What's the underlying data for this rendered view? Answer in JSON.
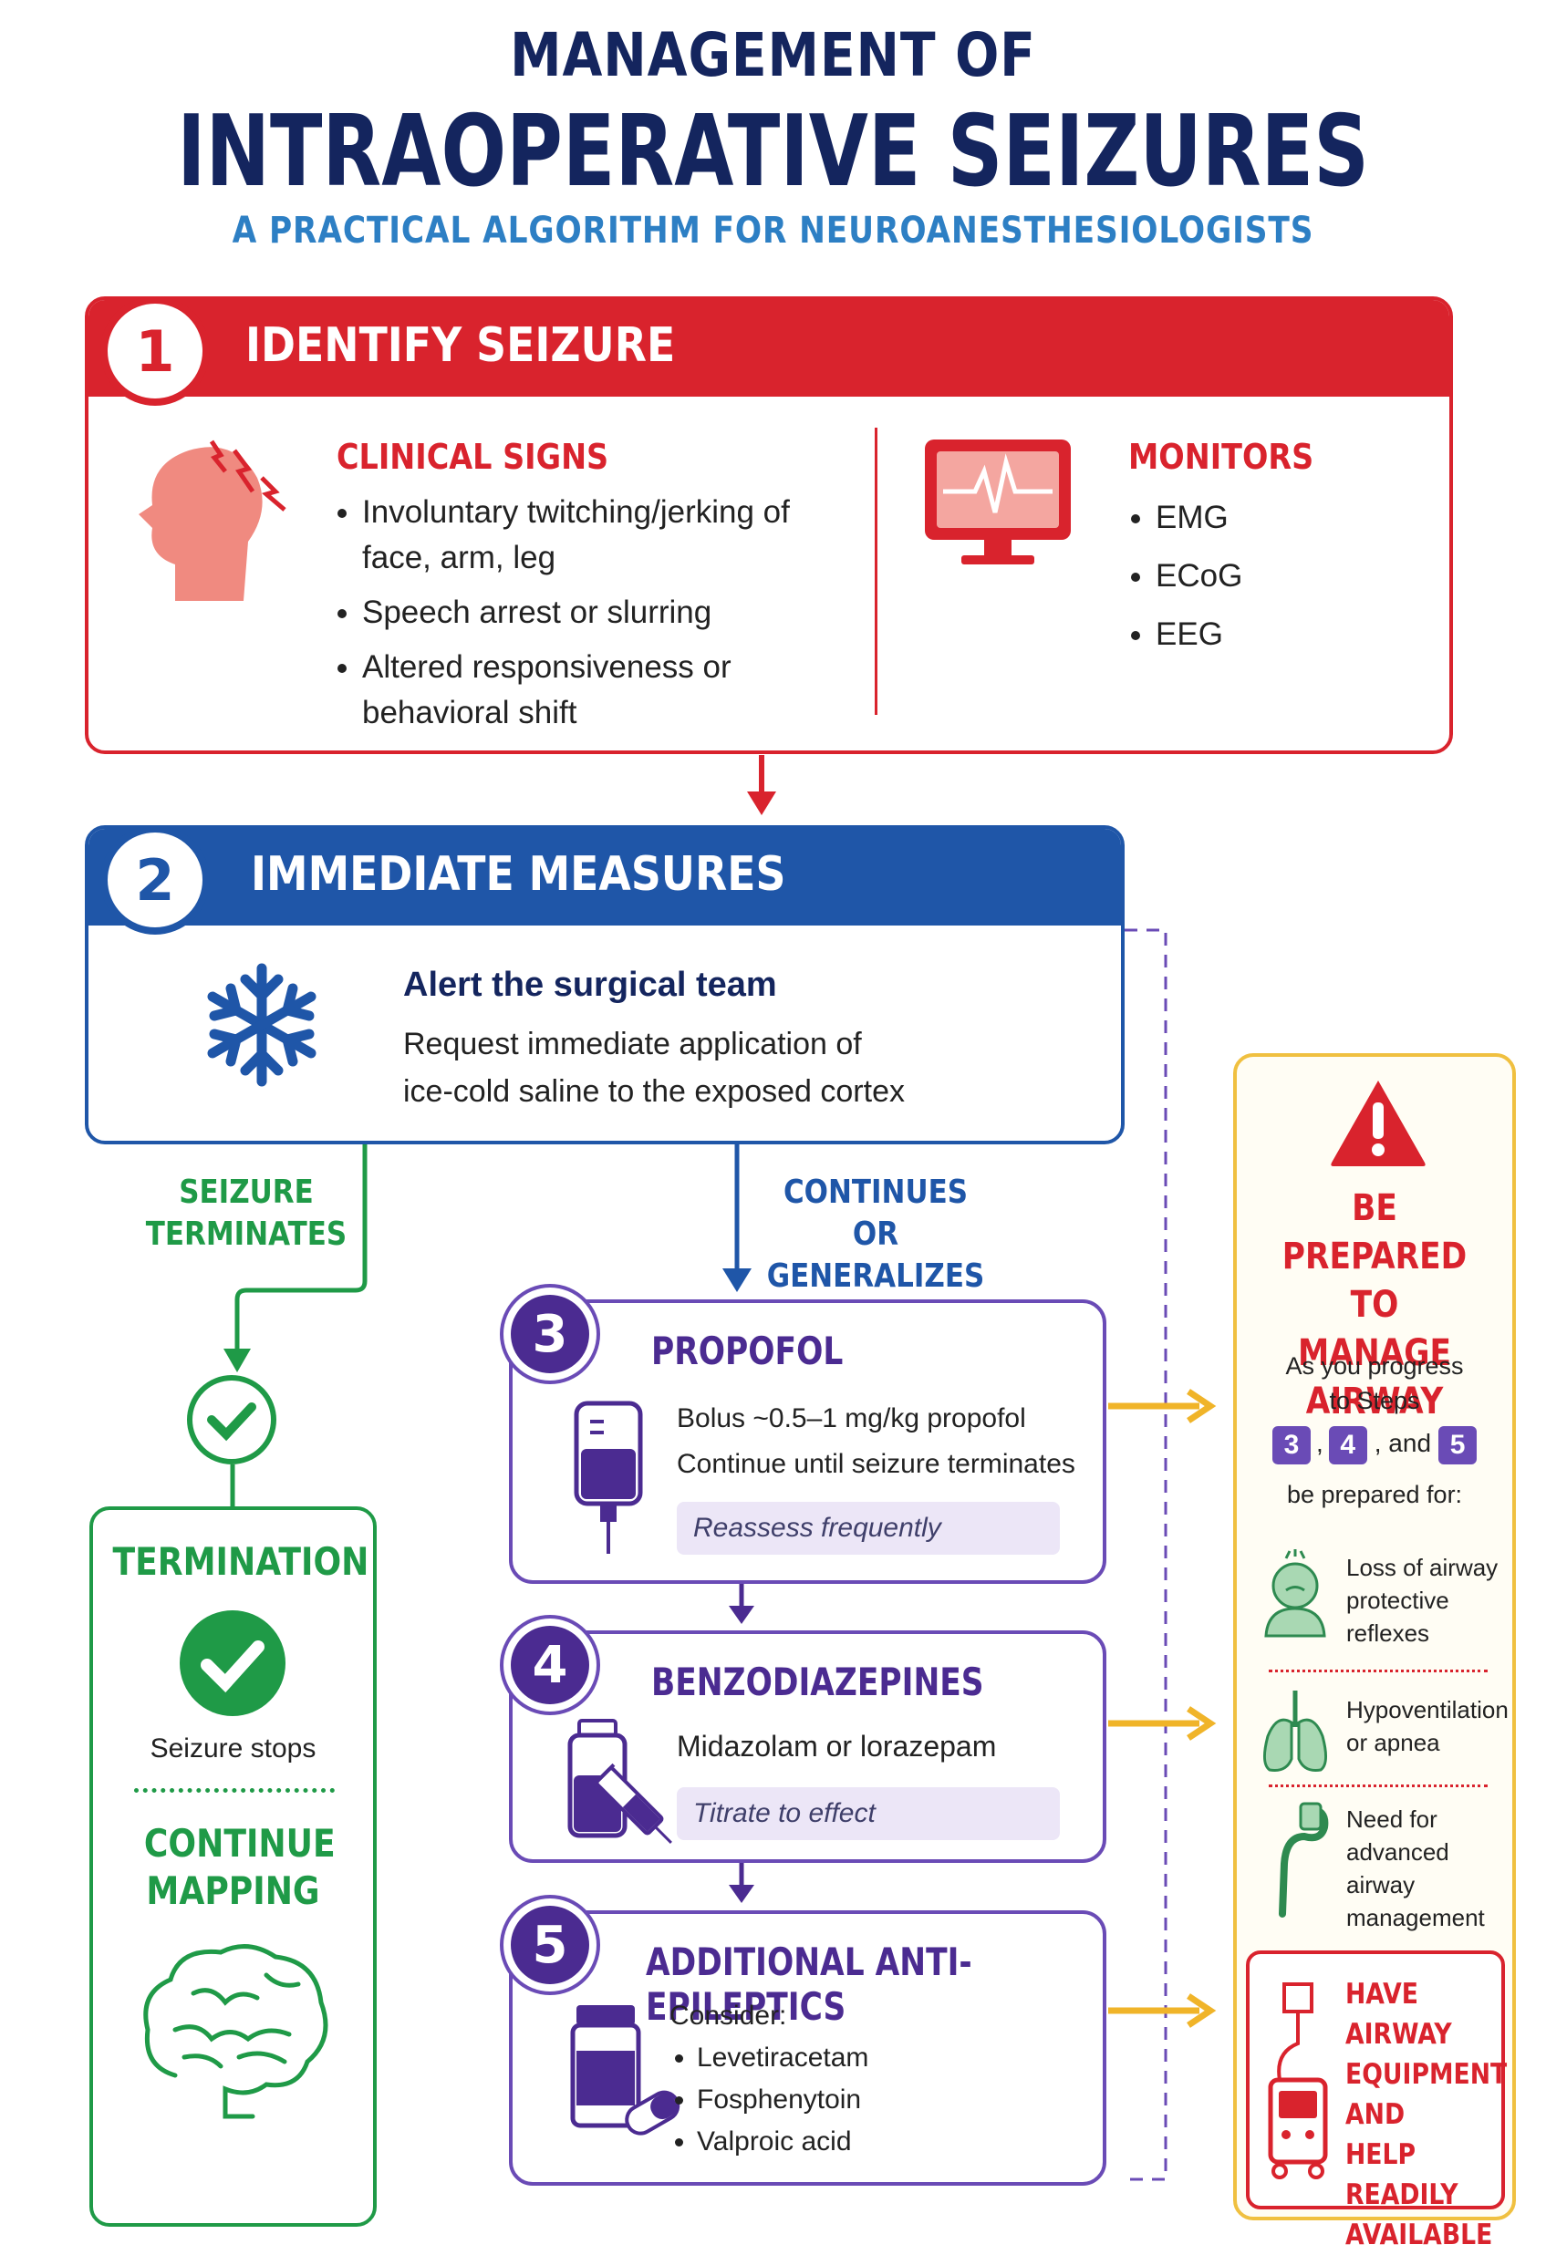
{
  "header": {
    "title_line1": "MANAGEMENT OF",
    "title_line2": "INTRAOPERATIVE SEIZURES",
    "subtitle": "A PRACTICAL ALGORITHM FOR NEUROANESTHESIOLOGISTS"
  },
  "colors": {
    "red": "#d9232d",
    "blue": "#1f56a8",
    "purple": "#6a4bb6",
    "green": "#1f9a47",
    "orange": "#f0b429",
    "navy": "#14255e"
  },
  "step1": {
    "number": "1",
    "title": "IDENTIFY SEIZURE",
    "clinical_heading": "CLINICAL SIGNS",
    "clinical_items": [
      "Involuntary twitching/jerking of face, arm, leg",
      "Speech arrest or slurring",
      "Altered responsiveness or behavioral shift"
    ],
    "monitors_heading": "MONITORS",
    "monitor_items": [
      "EMG",
      "ECoG",
      "EEG"
    ],
    "icons": [
      "head-lightning-icon",
      "monitor-ecg-icon"
    ]
  },
  "step2": {
    "number": "2",
    "title": "IMMEDIATE MEASURES",
    "heading": "Alert the surgical team",
    "body": "Request immediate application of ice-cold saline to the exposed cortex",
    "icon": "snowflake-icon"
  },
  "branches": {
    "terminates": "SEIZURE TERMINATES",
    "continues": "CONTINUES OR GENERALIZES"
  },
  "termination": {
    "title": "TERMINATION",
    "stops": "Seizure stops",
    "continue": "CONTINUE MAPPING"
  },
  "step3": {
    "number": "3",
    "title": "PROPOFOL",
    "line1": "Bolus ~0.5–1 mg/kg propofol",
    "line2": "Continue until seizure terminates",
    "note": "Reassess frequently"
  },
  "step4": {
    "number": "4",
    "title": "BENZODIAZEPINES",
    "line1": "Midazolam or lorazepam",
    "note": "Titrate to effect"
  },
  "step5": {
    "number": "5",
    "title": "ADDITIONAL ANTI-EPILEPTICS",
    "consider": "Consider:",
    "items": [
      "Levetiracetam",
      "Fosphenytoin",
      "Valproic acid"
    ]
  },
  "airway": {
    "title": "BE PREPARED TO MANAGE AIRWAY",
    "intro1": "As you progress to Steps",
    "steps": [
      "3",
      "4",
      "5"
    ],
    "comma": ",",
    "and": ", and",
    "intro2": "be prepared for:",
    "items": [
      "Loss of airway protective reflexes",
      "Hypoventilation or apnea",
      "Need for advanced airway management"
    ],
    "callout": "HAVE AIRWAY EQUIPMENT AND HELP READILY AVAILABLE"
  }
}
